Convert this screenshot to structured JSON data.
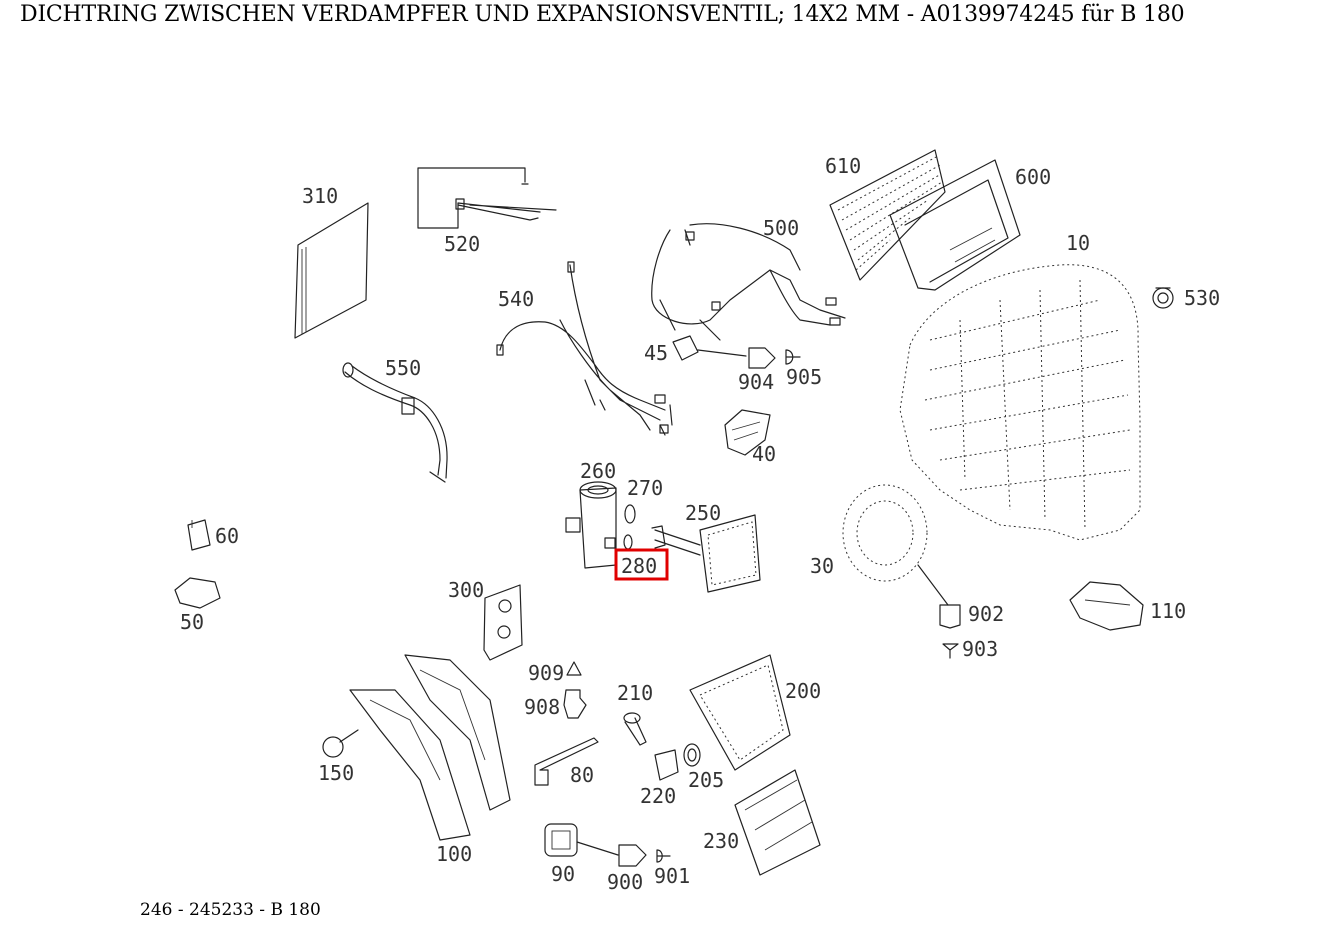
{
  "title": "DICHTRING ZWISCHEN VERDAMPFER UND EXPANSIONSVENTIL; 14X2 MM - A0139974245 für B 180",
  "footer": "246 - 245233 - B 180",
  "highlight_color": "#e00000",
  "highlighted_part": "280",
  "labels": {
    "p10": "10",
    "p30": "30",
    "p40": "40",
    "p45": "45",
    "p50": "50",
    "p60": "60",
    "p80": "80",
    "p90": "90",
    "p100": "100",
    "p110": "110",
    "p150": "150",
    "p200": "200",
    "p205": "205",
    "p210": "210",
    "p220": "220",
    "p230": "230",
    "p250": "250",
    "p260": "260",
    "p270": "270",
    "p280": "280",
    "p300": "300",
    "p310": "310",
    "p500": "500",
    "p520": "520",
    "p530": "530",
    "p540": "540",
    "p550": "550",
    "p600": "600",
    "p610": "610",
    "p900": "900",
    "p901": "901",
    "p902": "902",
    "p903": "903",
    "p904": "904",
    "p905": "905",
    "p908": "908",
    "p909": "909"
  }
}
